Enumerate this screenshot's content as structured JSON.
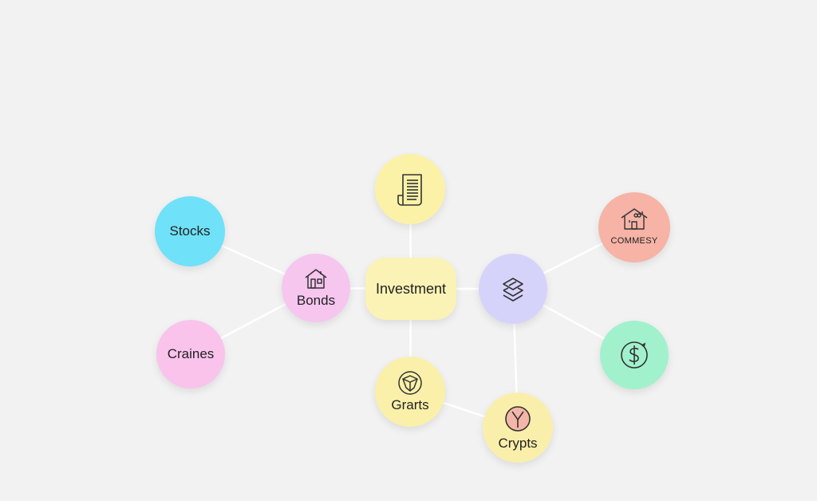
{
  "diagram": {
    "nodes": [
      {
        "id": "center",
        "label": "Investment",
        "color": "#fbf3b6",
        "icon": ""
      },
      {
        "id": "doc",
        "label": "",
        "color": "#fbf2a8",
        "icon": "document-icon"
      },
      {
        "id": "bonds",
        "label": "Bonds",
        "color": "#f6c6ef",
        "icon": "house-icon"
      },
      {
        "id": "stocks",
        "label": "Stocks",
        "color": "#6fe1f8",
        "icon": ""
      },
      {
        "id": "craines",
        "label": "Craines",
        "color": "#f9c3ec",
        "icon": ""
      },
      {
        "id": "stack",
        "label": "",
        "color": "#d6d3fb",
        "icon": "layers-icon"
      },
      {
        "id": "commesy",
        "label": "COMMESY",
        "color": "#f6b3a6",
        "icon": "house-icon"
      },
      {
        "id": "dollar",
        "label": "",
        "color": "#a1f1cd",
        "icon": "dollar-icon"
      },
      {
        "id": "grarts",
        "label": "Grarts",
        "color": "#faf0a9",
        "icon": "box-icon"
      },
      {
        "id": "crypts",
        "label": "Crypts",
        "color": "#faefaa",
        "icon": "y-coin-icon"
      }
    ],
    "edges": [
      [
        "center",
        "doc"
      ],
      [
        "center",
        "bonds"
      ],
      [
        "center",
        "stack"
      ],
      [
        "center",
        "grarts"
      ],
      [
        "bonds",
        "stocks"
      ],
      [
        "bonds",
        "craines"
      ],
      [
        "stack",
        "commesy"
      ],
      [
        "stack",
        "dollar"
      ],
      [
        "stack",
        "crypts"
      ],
      [
        "grarts",
        "crypts"
      ]
    ],
    "edge_color": "#ffffff"
  }
}
